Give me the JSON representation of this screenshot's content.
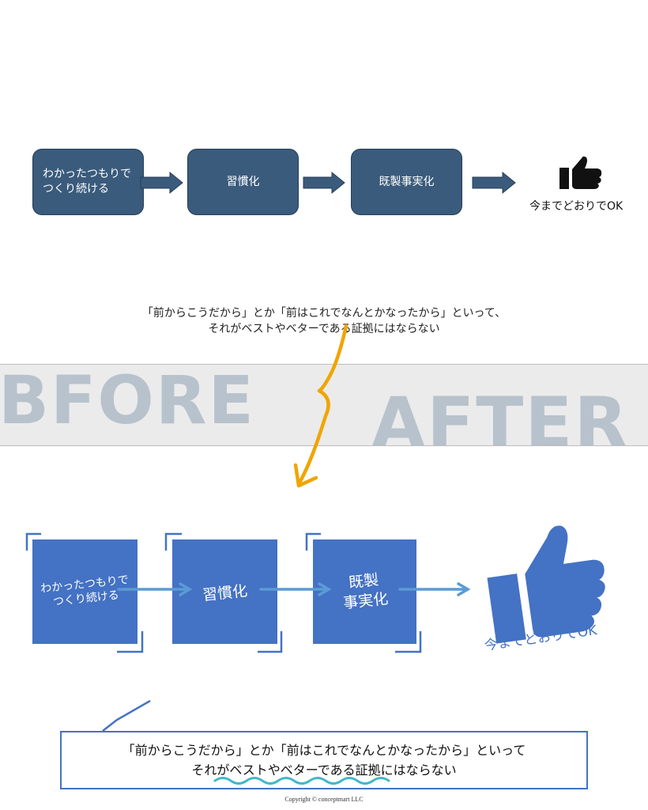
{
  "before": {
    "steps": [
      {
        "label": "わかったつもりで\nつくり続ける"
      },
      {
        "label": "習慣化"
      },
      {
        "label": "既製事実化"
      }
    ],
    "result_label": "今までどおりでOK",
    "caption": [
      "「前からこうだから」とか「前はこれでなんとかなったから」といって、",
      "それがベストやベターである証拠にはならない"
    ]
  },
  "transition": {
    "before_word": "BFORE",
    "after_word": "AFTER"
  },
  "after": {
    "steps": [
      {
        "label": "わかったつもりで\nつくり続ける"
      },
      {
        "label": "習慣化"
      },
      {
        "label": "既製\n事実化"
      }
    ],
    "result_label": "今までどおりでOK",
    "caption": [
      "「前からこうだから」とか「前はこれでなんとかなったから」といって",
      "それがベストやベターである証拠にはならない"
    ]
  },
  "copyright": "Copyright ©  conceptmart LLC",
  "colors": {
    "before_box": "#3a5b7c",
    "after_box": "#4472c4",
    "accent_arrow": "#f0a500",
    "connector": "#5b9bd5",
    "wave": "#3fb8c9"
  }
}
